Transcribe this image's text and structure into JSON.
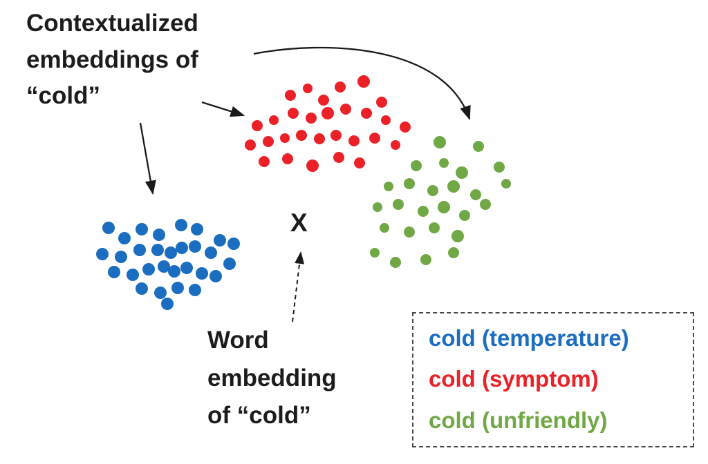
{
  "figure": {
    "background": "#ffffff",
    "annotations": {
      "contextualized": {
        "lines": [
          "Contextualized",
          "embeddings of",
          "“cold”"
        ]
      },
      "word_embedding": {
        "lines": [
          "Word",
          "embedding",
          "of “cold”"
        ]
      },
      "x_marker": "X"
    },
    "legend": {
      "border_style": "dashed",
      "items": [
        {
          "label": "cold (temperature)",
          "color": "#1a6dbf",
          "sense": "temperature"
        },
        {
          "label": "cold (symptom)",
          "color": "#ec2027",
          "sense": "symptom"
        },
        {
          "label": "cold (unfriendly)",
          "color": "#70a845",
          "sense": "unfriendly"
        }
      ]
    },
    "clusters": [
      {
        "name": "temperature-cluster",
        "color": "#1a6dbf",
        "radius": 9,
        "points": [
          [
            157,
            330
          ],
          [
            205,
            332
          ],
          [
            262,
            326
          ],
          [
            285,
            332
          ],
          [
            180,
            345
          ],
          [
            230,
            340
          ],
          [
            318,
            348
          ],
          [
            338,
            353
          ],
          [
            148,
            368
          ],
          [
            175,
            372
          ],
          [
            202,
            362
          ],
          [
            228,
            362
          ],
          [
            247,
            366
          ],
          [
            263,
            359
          ],
          [
            282,
            357
          ],
          [
            305,
            366
          ],
          [
            332,
            382
          ],
          [
            165,
            394
          ],
          [
            192,
            398
          ],
          [
            215,
            390
          ],
          [
            237,
            386
          ],
          [
            252,
            393
          ],
          [
            270,
            388
          ],
          [
            292,
            396
          ],
          [
            312,
            400
          ],
          [
            205,
            418
          ],
          [
            232,
            424
          ],
          [
            257,
            417
          ],
          [
            282,
            420
          ],
          [
            242,
            440
          ]
        ]
      },
      {
        "name": "symptom-cluster",
        "color": "#ec2027",
        "radius": 8,
        "points": [
          [
            420,
            138
          ],
          [
            445,
            128,
            7
          ],
          [
            468,
            145
          ],
          [
            492,
            126
          ],
          [
            526,
            118,
            9
          ],
          [
            552,
            148
          ],
          [
            372,
            182
          ],
          [
            396,
            174,
            7
          ],
          [
            424,
            164
          ],
          [
            450,
            171
          ],
          [
            474,
            164,
            9
          ],
          [
            500,
            158
          ],
          [
            530,
            164
          ],
          [
            558,
            174,
            7
          ],
          [
            586,
            184
          ],
          [
            362,
            210
          ],
          [
            388,
            205
          ],
          [
            412,
            200,
            7
          ],
          [
            436,
            196
          ],
          [
            462,
            201
          ],
          [
            486,
            196
          ],
          [
            512,
            204
          ],
          [
            542,
            200
          ],
          [
            572,
            210,
            7
          ],
          [
            382,
            234
          ],
          [
            416,
            230
          ],
          [
            452,
            240,
            9
          ],
          [
            490,
            228
          ],
          [
            520,
            236
          ]
        ]
      },
      {
        "name": "unfriendly-cluster",
        "color": "#70a845",
        "radius": 8,
        "points": [
          [
            636,
            206,
            9
          ],
          [
            692,
            212,
            8
          ],
          [
            602,
            240,
            8
          ],
          [
            642,
            236,
            7
          ],
          [
            668,
            250,
            9
          ],
          [
            722,
            242,
            8
          ],
          [
            562,
            270,
            7
          ],
          [
            592,
            266,
            8
          ],
          [
            626,
            276,
            8
          ],
          [
            656,
            270,
            9
          ],
          [
            688,
            282,
            8
          ],
          [
            732,
            266,
            7
          ],
          [
            546,
            300,
            7
          ],
          [
            576,
            296,
            8
          ],
          [
            612,
            306,
            8
          ],
          [
            642,
            300,
            9
          ],
          [
            672,
            312,
            8
          ],
          [
            702,
            296,
            8
          ],
          [
            556,
            330,
            7
          ],
          [
            592,
            336,
            8
          ],
          [
            628,
            330,
            8
          ],
          [
            662,
            342,
            9
          ],
          [
            542,
            366,
            7
          ],
          [
            572,
            380,
            8
          ],
          [
            616,
            376,
            8
          ],
          [
            656,
            366,
            8
          ]
        ]
      }
    ],
    "arrow_color": "#1a1a1a"
  }
}
